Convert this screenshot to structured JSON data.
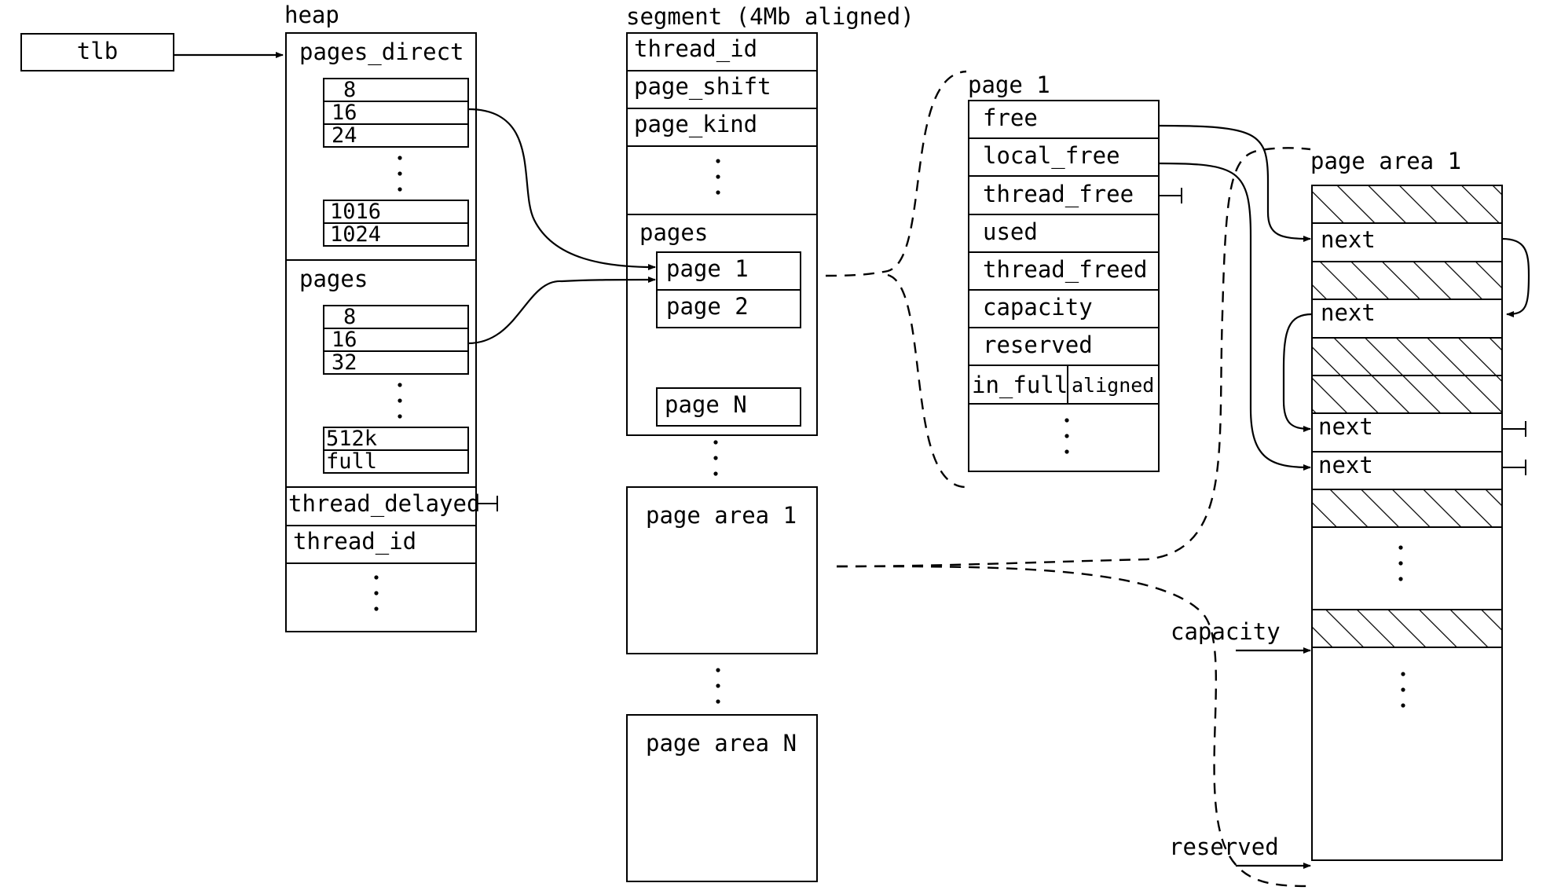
{
  "tlb": {
    "label": "tlb"
  },
  "heap": {
    "title": "heap",
    "pages_direct": {
      "label": "pages_direct",
      "cells": [
        "8",
        "16",
        "24",
        "1016",
        "1024"
      ]
    },
    "pages": {
      "label": "pages",
      "cells": [
        "8",
        "16",
        "32",
        "512k",
        "full"
      ]
    },
    "thread_delayed": "thread_delayed",
    "thread_id": "thread_id"
  },
  "segment": {
    "title": "segment (4Mb aligned)",
    "fields": [
      "thread_id",
      "page_shift",
      "page_kind"
    ],
    "pages_label": "pages",
    "pages": [
      "page 1",
      "page 2",
      "page N"
    ],
    "areas": [
      "page area 1",
      "page area N"
    ]
  },
  "page1": {
    "title": "page 1",
    "fields": [
      "free",
      "local_free",
      "thread_free",
      "used",
      "thread_freed",
      "capacity",
      "reserved"
    ],
    "split": [
      "in_full",
      "aligned"
    ]
  },
  "page_area": {
    "title": "page area 1",
    "next_labels": [
      "next",
      "next",
      "next",
      "next"
    ],
    "capacity_label": "capacity",
    "reserved_label": "reserved"
  }
}
